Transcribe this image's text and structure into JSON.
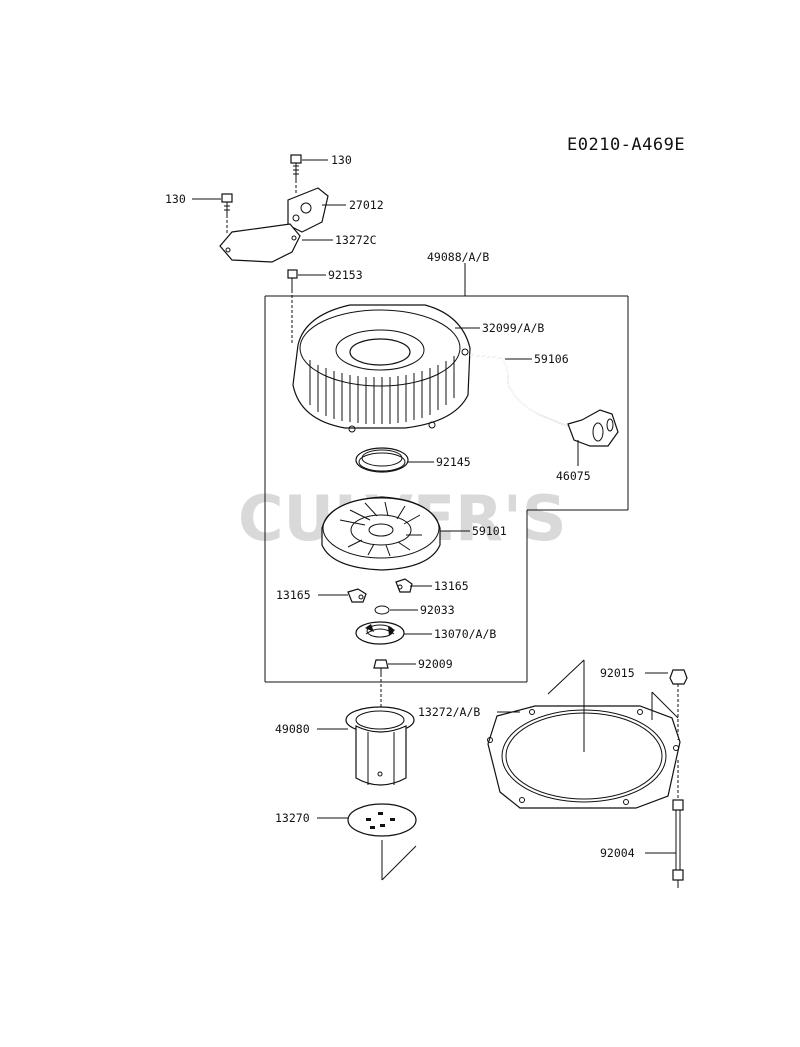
{
  "diagram_code": "E0210-A469E",
  "watermark": "CULVER'S",
  "parts": {
    "bolt_130_top": "130",
    "bolt_130_left": "130",
    "bracket": "27012",
    "cover_plate": "13272C",
    "assembly": "49088/A/B",
    "bolt_top": "92153",
    "housing": "32099/A/B",
    "rope": "59106",
    "handle": "46075",
    "spring": "92145",
    "reel": "59101",
    "ratchet_right": "13165",
    "ratchet_left": "13165",
    "oring": "92033",
    "guide": "13070/A/B",
    "screw": "92009",
    "cup": "49080",
    "plate": "13270",
    "nut": "92015",
    "gasket": "13272/A/B",
    "stud": "92004"
  }
}
